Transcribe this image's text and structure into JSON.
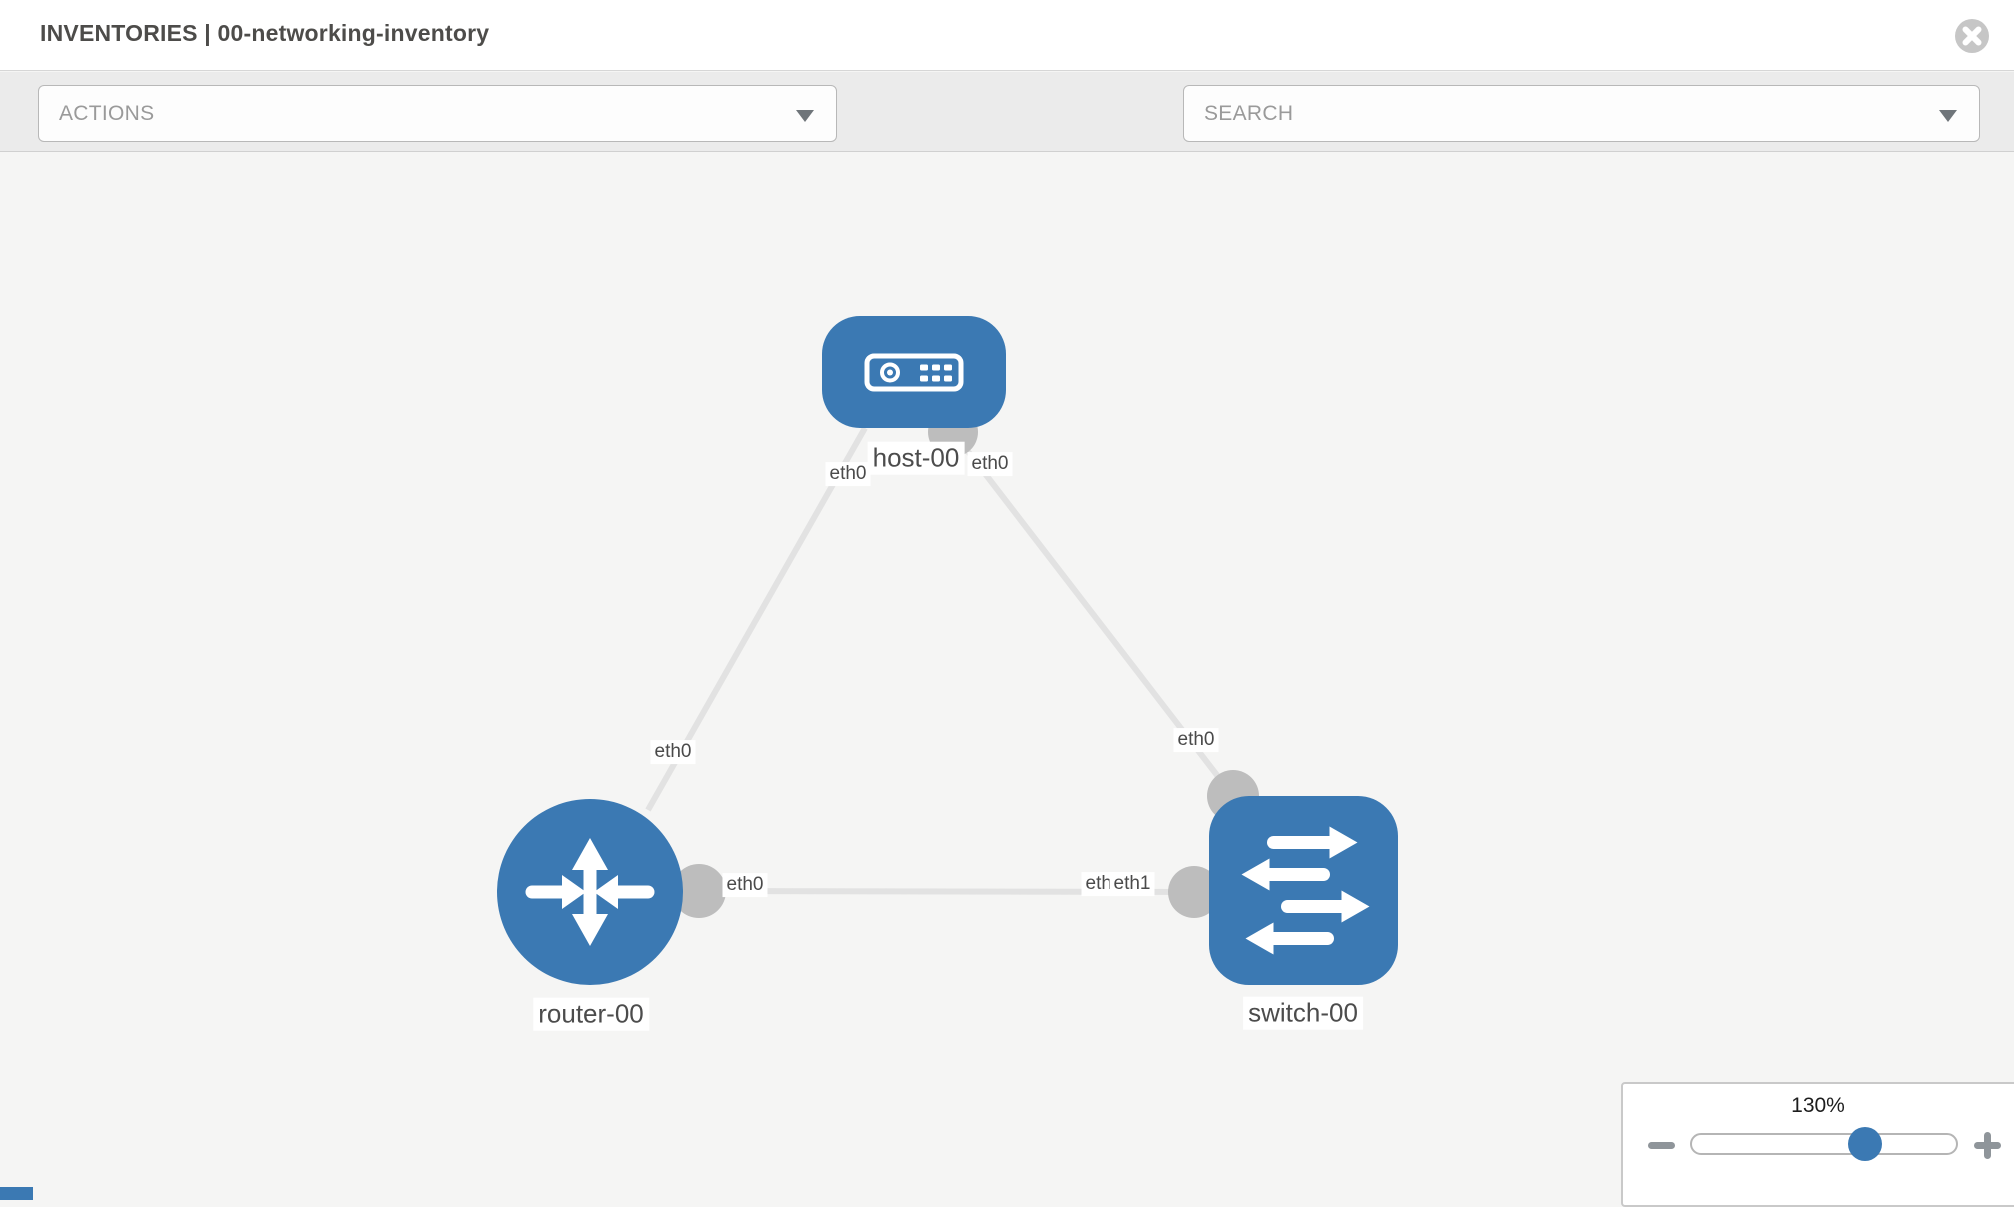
{
  "header": {
    "title": "INVENTORIES | 00-networking-inventory"
  },
  "toolbar": {
    "actions": {
      "placeholder": "ACTIONS"
    },
    "search": {
      "placeholder": "SEARCH"
    }
  },
  "canvas": {
    "nodes": [
      {
        "id": "host-00",
        "type": "host",
        "shape": "rounded-rect",
        "label": "host-00"
      },
      {
        "id": "router-00",
        "type": "router",
        "shape": "circle",
        "label": "router-00"
      },
      {
        "id": "switch-00",
        "type": "switch",
        "shape": "rounded-square",
        "label": "switch-00"
      }
    ],
    "links": [
      {
        "from": "router-00",
        "from_interface": "eth0",
        "to": "host-00",
        "to_interface": "eth0"
      },
      {
        "from": "host-00",
        "from_interface": "eth0",
        "to": "switch-00",
        "to_interface": "eth0"
      },
      {
        "from": "router-00",
        "from_interface": "eth0",
        "to": "switch-00",
        "to_interface": "eth1"
      }
    ],
    "interface_labels": {
      "host_to_router": "eth0",
      "host_to_switch": "eth0",
      "router_to_host": "eth0",
      "router_to_switch": "eth0",
      "switch_to_host": "eth0",
      "switch_to_router_hidden": "eth0",
      "switch_to_router": "eth1"
    }
  },
  "zoom_control": {
    "level": "130%"
  },
  "icons": {
    "close": "circle-x",
    "wrench": "wrench",
    "key": "key",
    "actions_caret": "triangle-down",
    "search_caret": "triangle-down",
    "zoom_out": "minus",
    "zoom_in": "plus",
    "host_glyph": "server",
    "router_glyph": "crossing-arrows",
    "switch_glyph": "switch-arrows"
  },
  "colors": {
    "node_blue": "#3b79b3",
    "link_gray": "#e2e2e2",
    "port_gray": "#bdbdbd",
    "toolbar_gray": "#ebebeb"
  }
}
